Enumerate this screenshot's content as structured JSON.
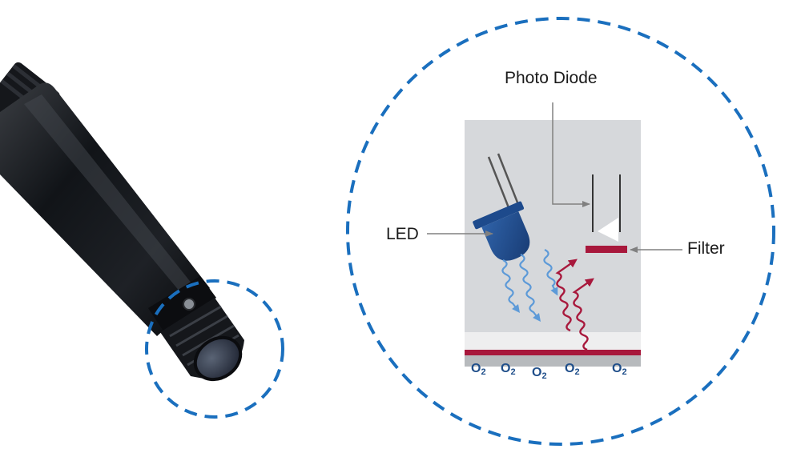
{
  "labels": {
    "photo_diode": "Photo Diode",
    "led": "LED",
    "filter": "Filter"
  },
  "oxygen_molecules": {
    "element": "O",
    "subscript": "2",
    "count": 5
  },
  "colors": {
    "dashed_circle": "#1a6fbe",
    "sensor_body": "#111418",
    "chamber_background": "#d6d8db",
    "led_body": "#1d4a8c",
    "blue_light_waves": "#5d9ad8",
    "red_light_waves": "#a8183c",
    "filter": "#a8183c",
    "membrane": "#a8183c",
    "oxygen_text": "#1f4e8a",
    "leader_lines": "#808080"
  }
}
